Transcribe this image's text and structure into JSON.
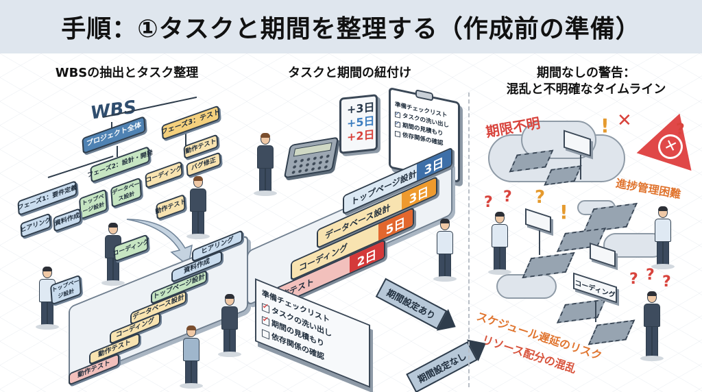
{
  "header": {
    "title": "手順：①タスクと期間を整理する（作成前の準備）"
  },
  "colors": {
    "header_bg": "#dfe6ee",
    "phase1": "#c9dcee",
    "phase2": "#c6e5c2",
    "phase3": "#f4d07d",
    "root": "#4f82b3",
    "warning_red": "#d8433c",
    "warning_orange": "#e0742e"
  },
  "sections": {
    "left": {
      "title": "WBSの抽出とタスク整理",
      "wbs_label": "WBS",
      "root": "プロジェクト全体",
      "phase1": {
        "name": "フェーズ1：要件定義",
        "tasks": [
          "ヒアリング",
          "資料作成"
        ]
      },
      "phase2": {
        "name": "フェーズ2：設計・開発",
        "tasks": [
          "トップページ設計",
          "データベース設計",
          "コーディング"
        ]
      },
      "phase3": {
        "name": "フェーズ3：テスト",
        "tasks": [
          "動作テスト",
          "バグ修正"
        ]
      },
      "held_cards": [
        "動作テスト",
        "コーディング",
        "トップページ設計"
      ],
      "sorted_list": [
        "ヒアリング",
        "資料作成",
        "トップページ設計",
        "データベース設計",
        "コーディング",
        "動作テスト",
        "動作テスト"
      ]
    },
    "middle": {
      "title": "タスクと期間の紐付け",
      "tablet_lines": [
        "+3日",
        "+5日",
        "+2日"
      ],
      "clipboard": {
        "title": "準備チェックリスト",
        "items": [
          {
            "label": "タスクの洗い出し",
            "checked": true
          },
          {
            "label": "期間の見積もり",
            "checked": true
          },
          {
            "label": "依存関係の確認",
            "checked": false
          }
        ]
      },
      "duration_bars": [
        {
          "task": "トップページ設計",
          "days": "3日",
          "color": "#3d6fa8",
          "bg": "#dbe8f3"
        },
        {
          "task": "データベース設計",
          "days": "3日",
          "color": "#ee9a2e",
          "bg": "#f8e3b0"
        },
        {
          "task": "コーディング",
          "days": "5日",
          "color": "#e2672e",
          "bg": "#f8e3b0"
        },
        {
          "task": "動作テスト",
          "days": "2日",
          "color": "#d43a3a",
          "bg": "#f2c0bc"
        }
      ],
      "checklist_card": {
        "title": "準備チェックリスト",
        "items": [
          {
            "label": "タスクの洗い出し",
            "checked": true
          },
          {
            "label": "期間の見積もり",
            "checked": true
          },
          {
            "label": "依存関係の確認",
            "checked": false
          }
        ]
      },
      "arrow_with": "期間設定あり",
      "arrow_without": "期間設定なし"
    },
    "right": {
      "title_line1": "期間なしの警告：",
      "title_line2": "混乱と不明確なタイムライン",
      "label_deadline_unknown": "期限不明",
      "label_progress_difficult": "進捗管理困難",
      "label_schedule_risk": "スケジュール遅延のリスク",
      "label_resource_confusion": "リソース配分の混乱",
      "sign_coding": "コーディング",
      "marks": {
        "exclaim": "!",
        "question": "?",
        "cross": "✕"
      }
    }
  }
}
